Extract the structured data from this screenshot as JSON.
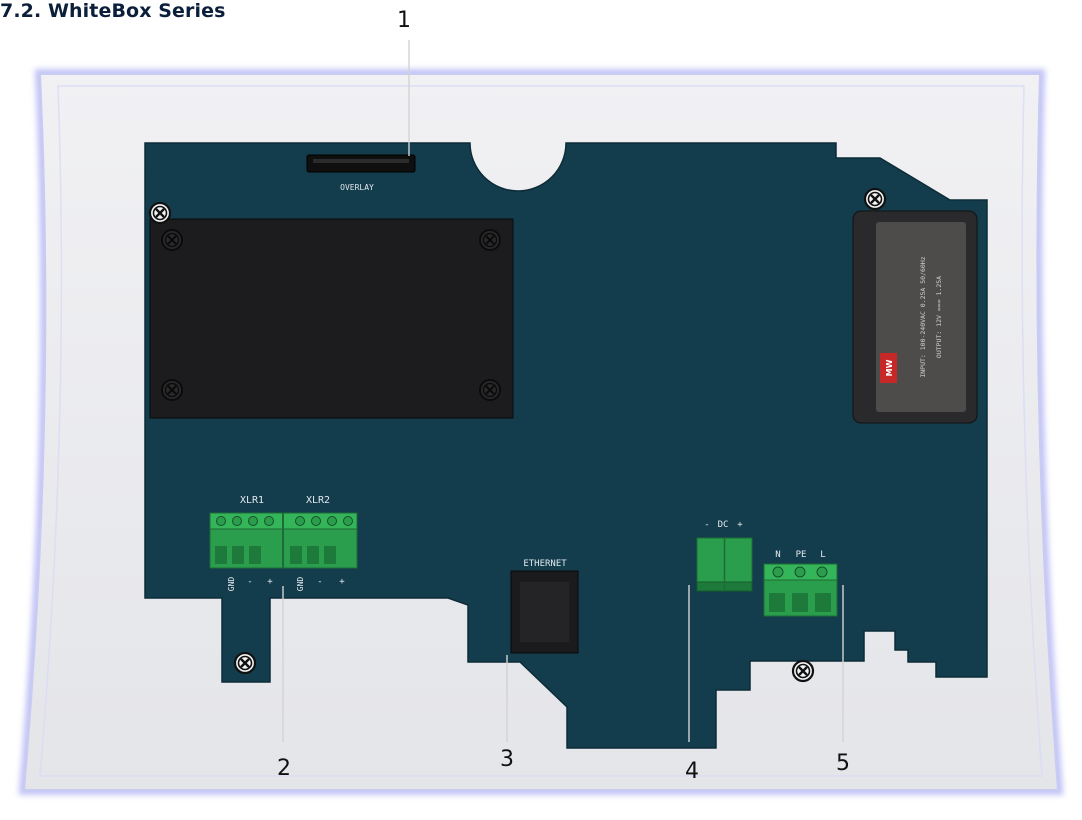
{
  "heading": "7.2. WhiteBox Series",
  "callouts": [
    {
      "number": "1",
      "target": "overlay-connector"
    },
    {
      "number": "2",
      "target": "xlr-terminals"
    },
    {
      "number": "3",
      "target": "ethernet-port"
    },
    {
      "number": "4",
      "target": "dc-terminal"
    },
    {
      "number": "5",
      "target": "mains-terminal"
    }
  ],
  "silkscreen": {
    "overlay": "OVERLAY",
    "xlr1": "XLR1",
    "xlr2": "XLR2",
    "xlr_pins": [
      "GND",
      "-",
      "+"
    ],
    "ethernet": "ETHERNET",
    "dc_minus": "-",
    "dc": "DC",
    "dc_plus": "+",
    "mains_n": "N",
    "mains_pe": "PE",
    "mains_l": "L"
  },
  "psu_labels": {
    "brand": "MW",
    "input": "INPUT: 100-240VAC 0.25A 50/60Hz",
    "output": "OUTPUT: 12V === 1.25A"
  },
  "icons": {
    "screw": "screw-icon"
  },
  "colors": {
    "pcb": "#133c4c",
    "enclosure": "#e9eaee",
    "enclosure_glow": "#b7b9f4",
    "terminal": "#2a9e4d",
    "module": "#1c1c1e",
    "psu_body": "#2a2a2c",
    "psu_label": "#4d4c4a"
  }
}
